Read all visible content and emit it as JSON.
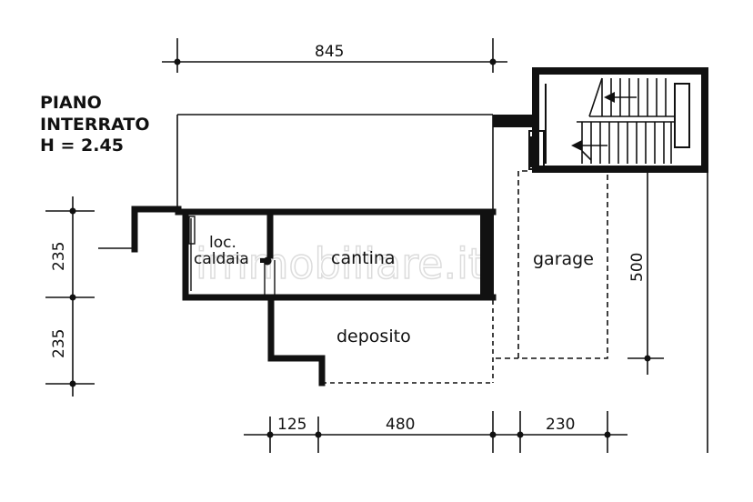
{
  "title": {
    "line1": "PIANO",
    "line2": "INTERRATO",
    "line3": "H = 2.45"
  },
  "rooms": {
    "loc_line1": "loc.",
    "loc_line2": "caldaia",
    "cantina": "cantina",
    "deposito": "deposito",
    "garage": "garage"
  },
  "dimensions": {
    "top_width": "845",
    "left_upper": "235",
    "left_lower": "235",
    "bottom_1": "125",
    "bottom_2": "480",
    "bottom_3": "230",
    "garage_depth": "500"
  },
  "watermark": "immobiliare.it",
  "colors": {
    "ink": "#111111",
    "paper": "#ffffff",
    "watermark": "#dcdcdc"
  }
}
